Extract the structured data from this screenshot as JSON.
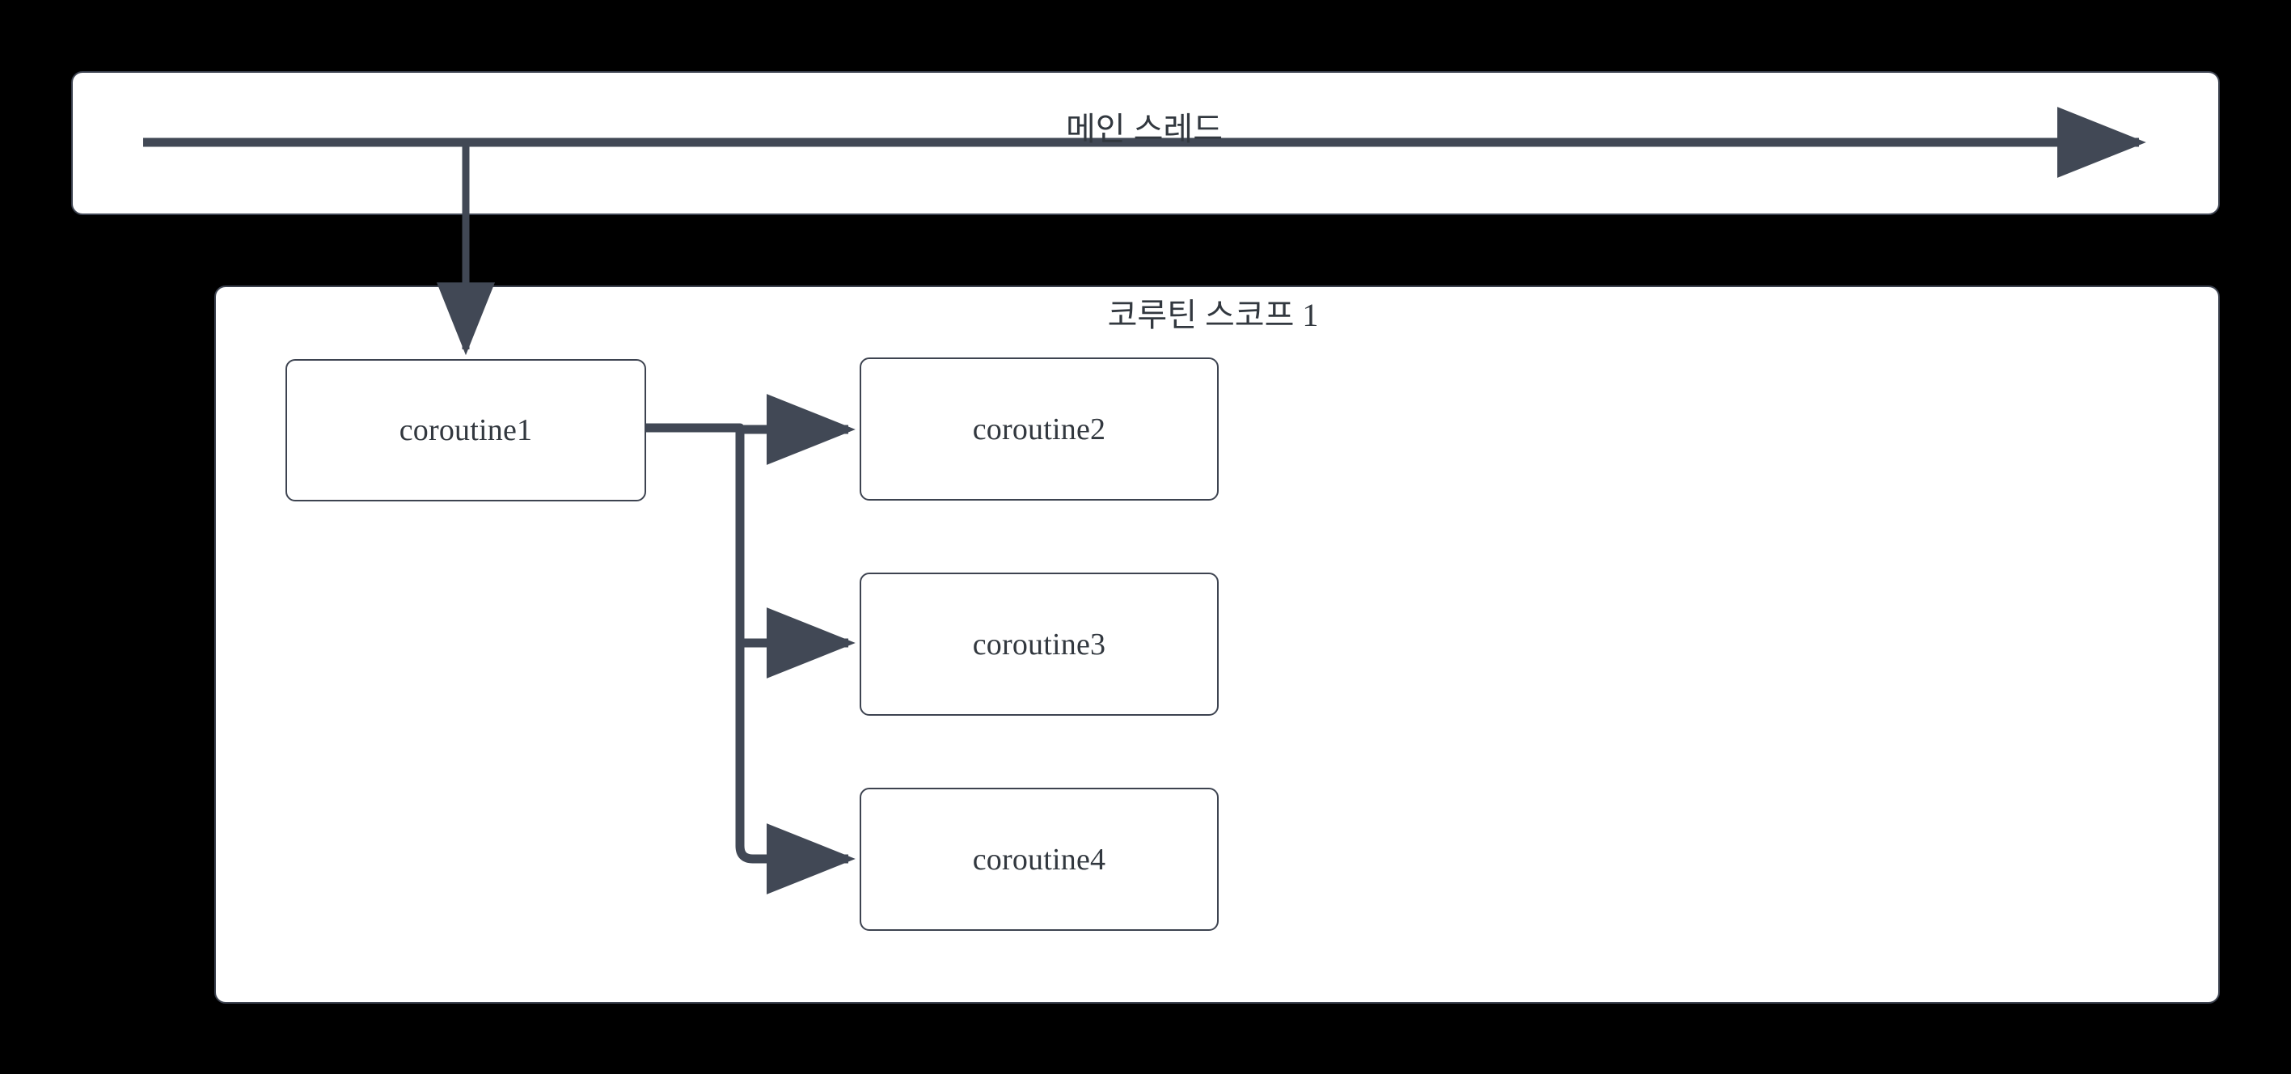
{
  "diagram": {
    "background_color": "#000000",
    "panel_fill": "#ffffff",
    "stroke_color": "#3d4350",
    "connector_color": "#414855",
    "text_color": "#32383f",
    "main_thread": {
      "label": "메인 스레드",
      "arrow_direction": "right"
    },
    "scope": {
      "title": "코루틴 스코프 1"
    },
    "nodes": [
      {
        "id": "coroutine1",
        "label": "coroutine1"
      },
      {
        "id": "coroutine2",
        "label": "coroutine2"
      },
      {
        "id": "coroutine3",
        "label": "coroutine3"
      },
      {
        "id": "coroutine4",
        "label": "coroutine4"
      }
    ],
    "edges": [
      {
        "from": "main-thread",
        "to": "coroutine1",
        "style": "elbow-down"
      },
      {
        "from": "coroutine1",
        "to": "coroutine2",
        "style": "elbow-right"
      },
      {
        "from": "coroutine1",
        "to": "coroutine3",
        "style": "elbow-right"
      },
      {
        "from": "coroutine1",
        "to": "coroutine4",
        "style": "elbow-right"
      }
    ]
  }
}
